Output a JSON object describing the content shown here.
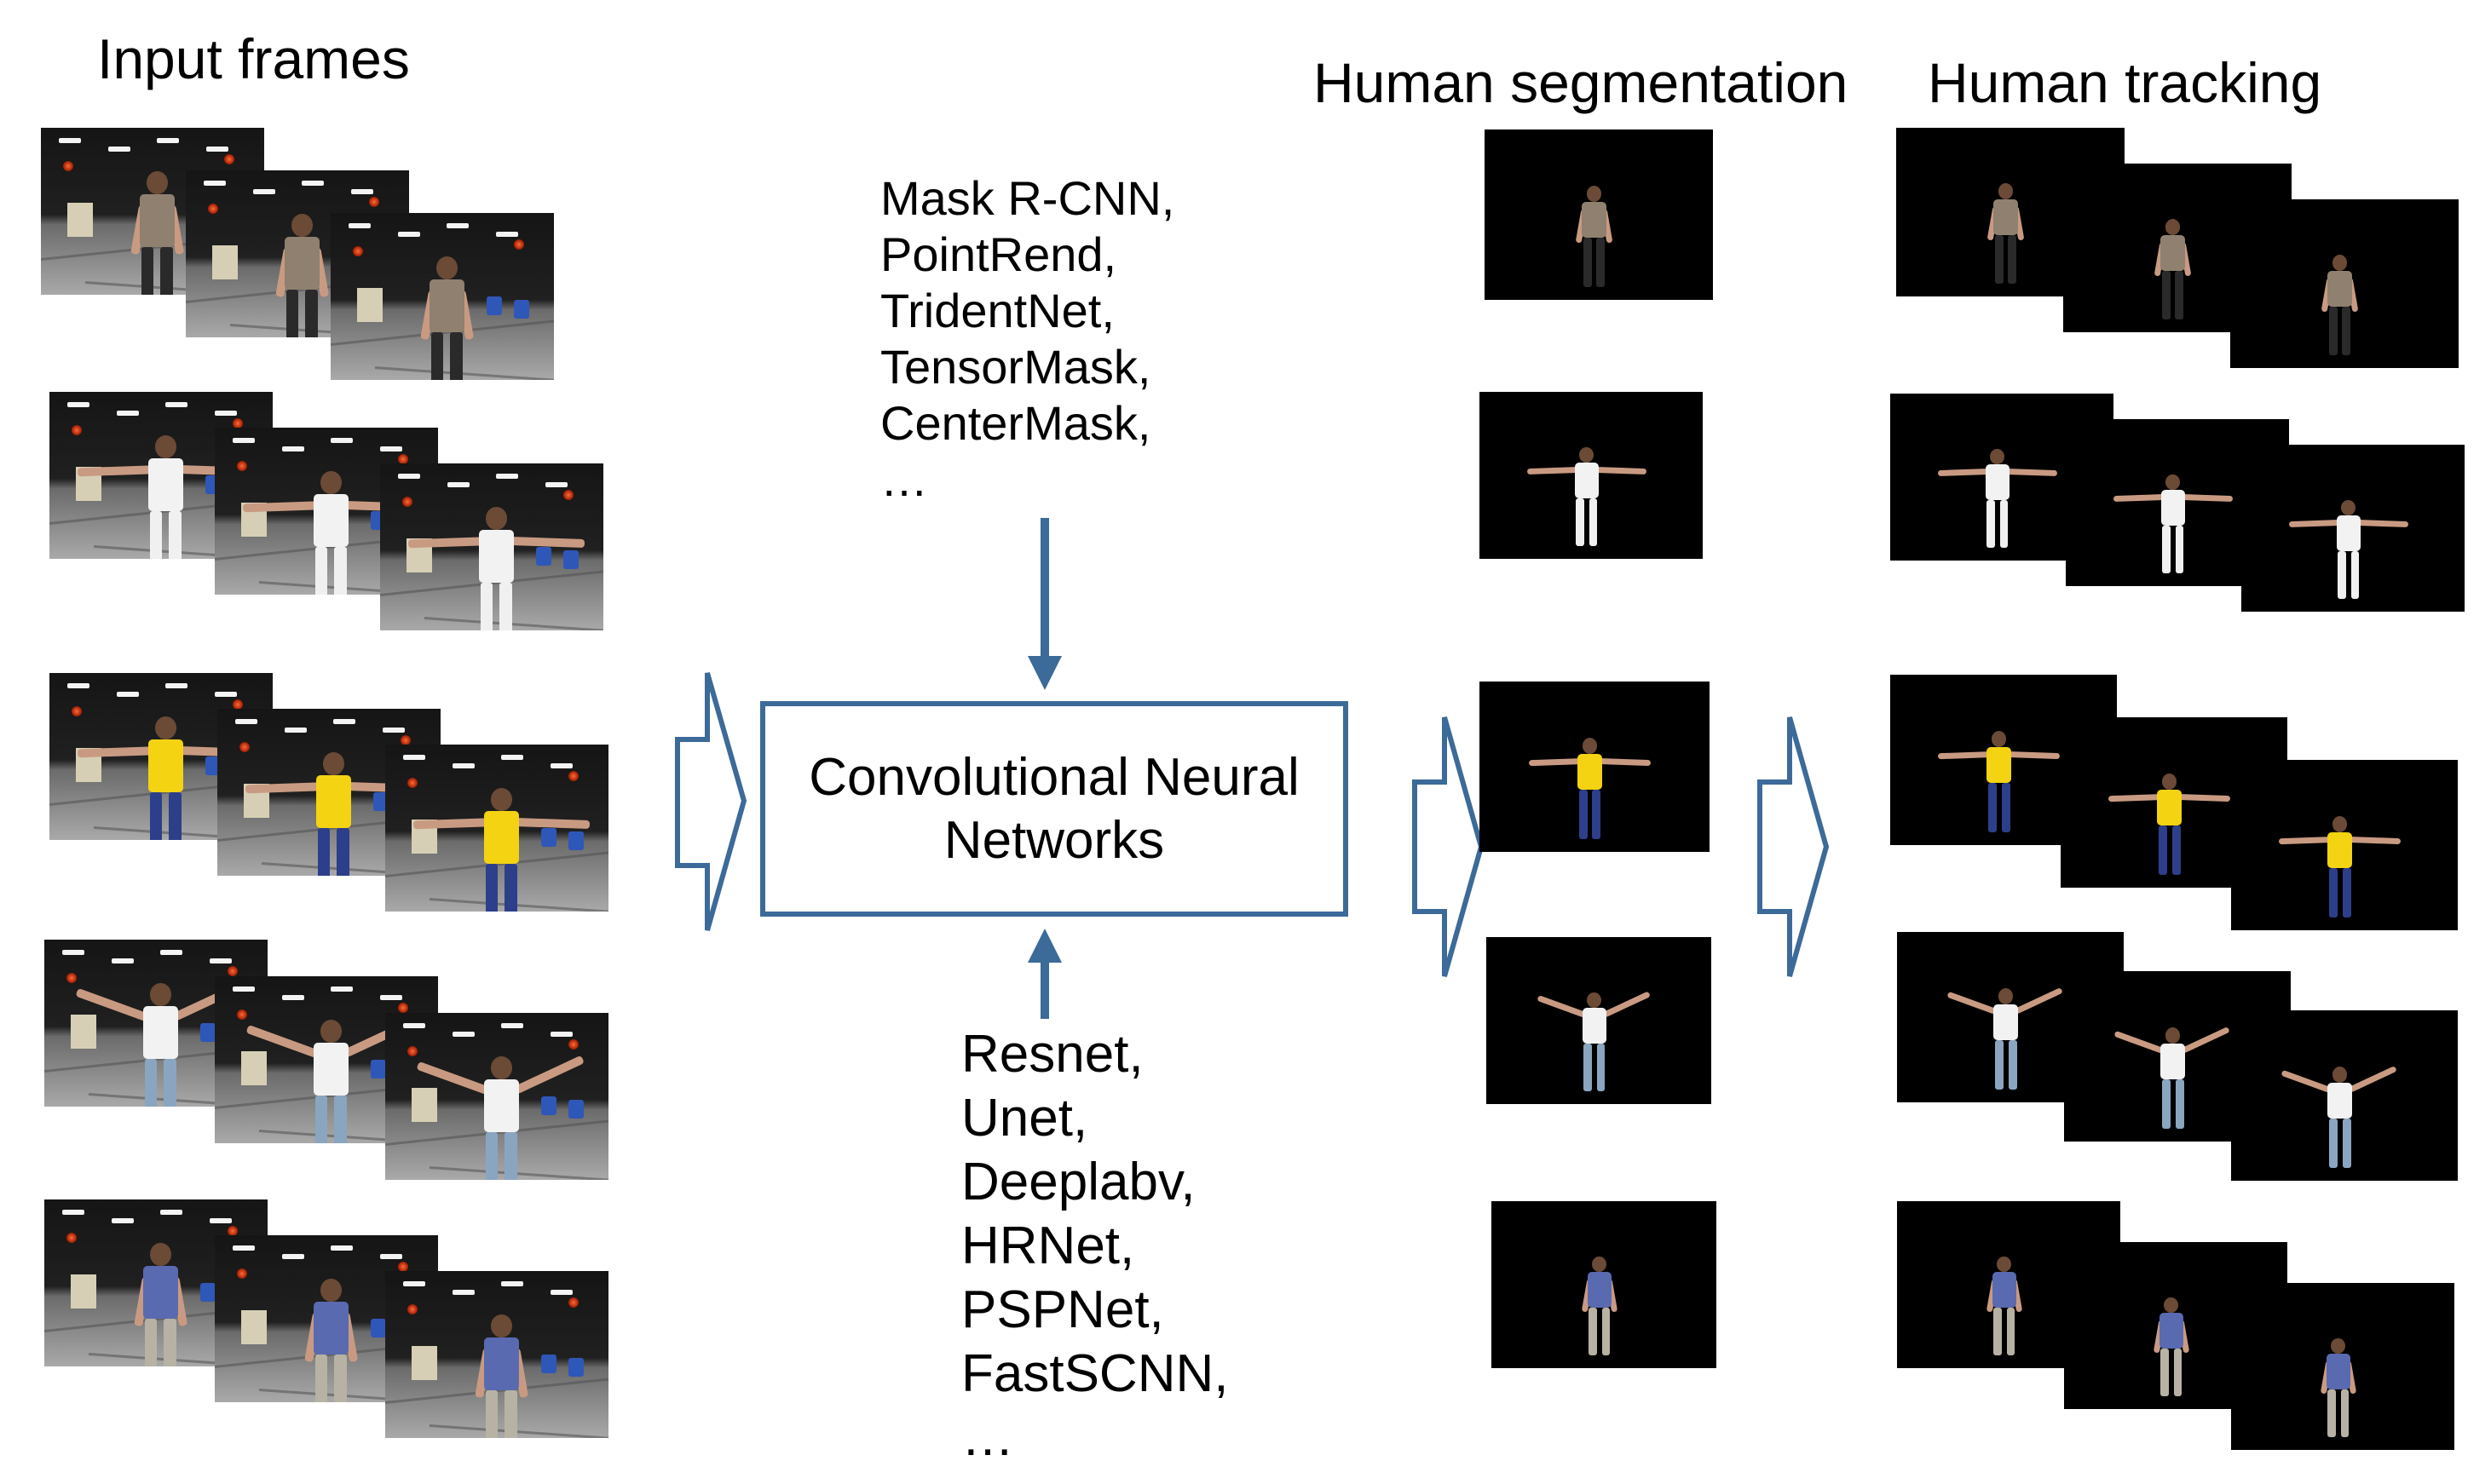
{
  "headings": {
    "input": "Input frames",
    "segmentation": "Human segmentation",
    "tracking": "Human tracking"
  },
  "instance_models": [
    "Mask R-CNN,",
    "PointRend,",
    "TridentNet,",
    "TensorMask,",
    "CenterMask,",
    "…"
  ],
  "semantic_models": [
    "Resnet,",
    "Unet,",
    "Deeplabv,",
    "HRNet,",
    "PSPNet,",
    "FastSCNN,",
    "…"
  ],
  "cnn_box": {
    "line1": "Convolutional Neural",
    "line2": "Networks"
  },
  "colors": {
    "arrow": "#3c6a99",
    "box_border": "#3c6a99",
    "mask_background": "#000000"
  },
  "subjects": [
    {
      "pose": "arms-down",
      "shirt": "#8f8070",
      "pants": "#2a2a2a"
    },
    {
      "pose": "t-pose",
      "shirt": "#f2f2f2",
      "pants": "#f0f0f0"
    },
    {
      "pose": "t-pose",
      "shirt": "#f3d312",
      "pants": "#2d3f8a"
    },
    {
      "pose": "arms-raised",
      "shirt": "#f2f2f2",
      "pants": "#8aa5c0"
    },
    {
      "pose": "arms-down",
      "shirt": "#5a6ab0",
      "pants": "#b7b2a4"
    }
  ]
}
